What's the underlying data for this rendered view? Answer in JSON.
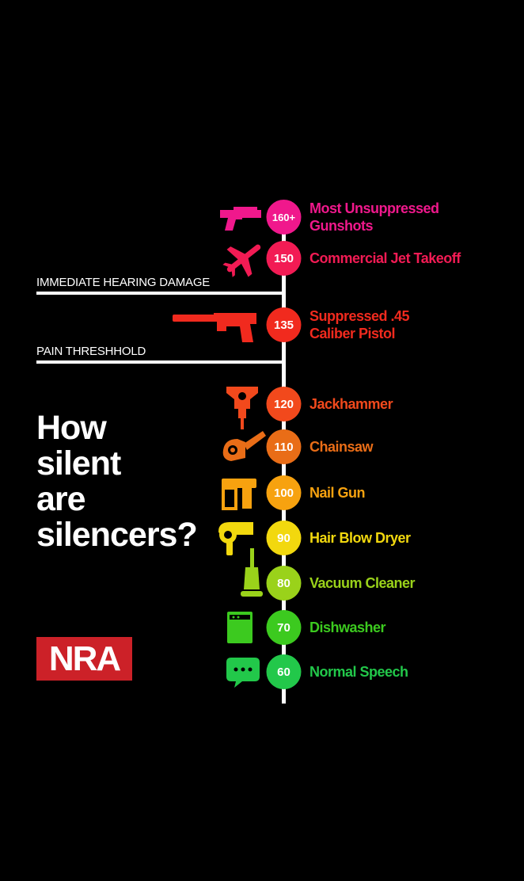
{
  "headline": {
    "lines": [
      "How",
      "silent",
      "are",
      "silencers?"
    ]
  },
  "logo": {
    "text": "NRA",
    "color": "#cc2128"
  },
  "thresholds": [
    {
      "label": "IMMEDIATE HEARING DAMAGE"
    },
    {
      "label": "PAIN THRESHHOLD"
    }
  ],
  "chart_data": {
    "type": "scatter",
    "title": "How silent are silencers?",
    "xlabel": "",
    "ylabel": "",
    "orientation": "vertical-scale",
    "points": [
      {
        "value_label": "160+",
        "value": 160,
        "label_lines": [
          "Most Unsuppressed",
          "Gunshots"
        ],
        "color": "#f0188c",
        "icon": "handgun-icon"
      },
      {
        "value_label": "150",
        "value": 150,
        "label_lines": [
          "Commercial Jet Takeoff"
        ],
        "color": "#f21b54",
        "icon": "airplane-icon"
      },
      {
        "value_label": "135",
        "value": 135,
        "label_lines": [
          "Suppressed .45",
          "Caliber Pistol"
        ],
        "color": "#f12a1e",
        "icon": "suppressed-pistol-icon"
      },
      {
        "value_label": "120",
        "value": 120,
        "label_lines": [
          "Jackhammer"
        ],
        "color": "#f2491c",
        "icon": "jackhammer-icon"
      },
      {
        "value_label": "110",
        "value": 110,
        "label_lines": [
          "Chainsaw"
        ],
        "color": "#e96d17",
        "icon": "chainsaw-icon"
      },
      {
        "value_label": "100",
        "value": 100,
        "label_lines": [
          "Nail Gun"
        ],
        "color": "#f7a20f",
        "icon": "nail-gun-icon"
      },
      {
        "value_label": "90",
        "value": 90,
        "label_lines": [
          "Hair Blow Dryer"
        ],
        "color": "#f2d80e",
        "icon": "hair-dryer-icon"
      },
      {
        "value_label": "80",
        "value": 80,
        "label_lines": [
          "Vacuum Cleaner"
        ],
        "color": "#9ad21a",
        "icon": "vacuum-icon"
      },
      {
        "value_label": "70",
        "value": 70,
        "label_lines": [
          "Dishwasher"
        ],
        "color": "#3cca1f",
        "icon": "dishwasher-icon"
      },
      {
        "value_label": "60",
        "value": 60,
        "label_lines": [
          "Normal Speech"
        ],
        "color": "#22c84a",
        "icon": "speech-bubble-icon"
      }
    ]
  }
}
